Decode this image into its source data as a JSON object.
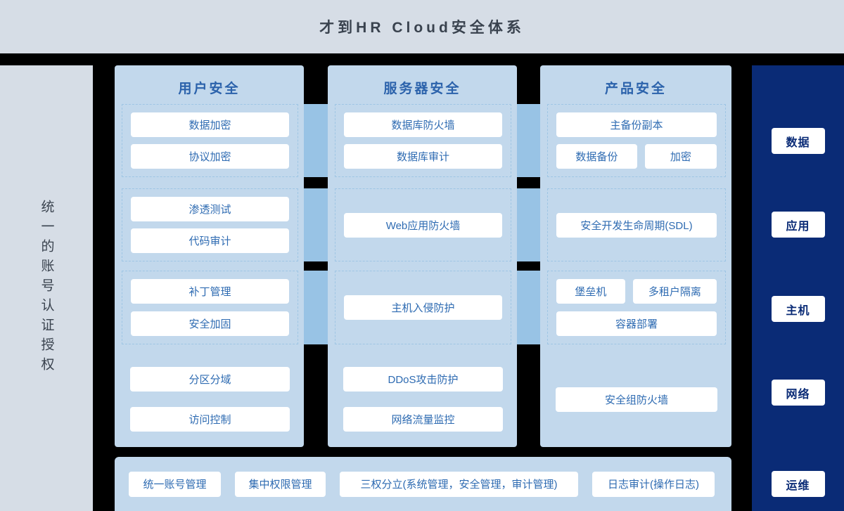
{
  "title": "才到HR Cloud安全体系",
  "left_rail": {
    "label": "统一的账号认证授权"
  },
  "columns": [
    {
      "header": "用户安全",
      "groups": [
        {
          "buttons": [
            "数据加密",
            "协议加密"
          ]
        },
        {
          "buttons": [
            "渗透测试",
            "代码审计"
          ]
        },
        {
          "buttons": [
            "补丁管理",
            "安全加固"
          ]
        },
        {
          "buttons": [
            "分区分域",
            "访问控制"
          ]
        }
      ]
    },
    {
      "header": "服务器安全",
      "groups": [
        {
          "buttons": [
            "数据库防火墙",
            "数据库审计"
          ]
        },
        {
          "buttons": [
            "Web应用防火墙"
          ]
        },
        {
          "buttons": [
            "主机入侵防护"
          ]
        },
        {
          "buttons": [
            "DDoS攻击防护",
            "网络流量监控"
          ]
        }
      ]
    },
    {
      "header": "产品安全",
      "groups": [
        {
          "buttons": [
            "主备份副本",
            "数据备份",
            "加密"
          ]
        },
        {
          "buttons": [
            "安全开发生命周期(SDL)"
          ]
        },
        {
          "buttons": [
            "堡垒机",
            "多租户隔离",
            "容器部署"
          ]
        },
        {
          "buttons": [
            "安全组防火墙"
          ]
        }
      ]
    }
  ],
  "right_rail": {
    "items": [
      "数据",
      "应用",
      "主机",
      "网络",
      "运维"
    ]
  },
  "bottom_bar": {
    "items": [
      "统一账号管理",
      "集中权限管理",
      "三权分立(系统管理，安全管理，审计管理)",
      "日志审计(操作日志)"
    ]
  },
  "colors": {
    "page_background": "#000000",
    "header_bg": "#d6dde6",
    "rail_bg": "#d6dde6",
    "panel_bg": "#c2d8ec",
    "connector": "#98c3e5",
    "dashed_border": "#9ec5e4",
    "navy_bg": "#0a2b76",
    "chip_bg": "#ffffff",
    "chip_text": "#2e6bb2",
    "title_text": "#39424e",
    "column_header_text": "#2b62ab"
  }
}
